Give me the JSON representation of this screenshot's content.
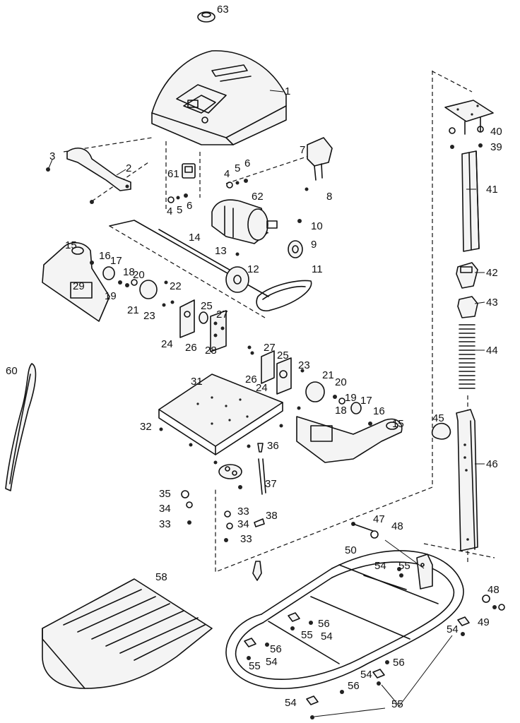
{
  "diagram": {
    "callouts": [
      "63",
      "1",
      "2",
      "3",
      "61",
      "4",
      "5",
      "6",
      "7",
      "8",
      "62",
      "10",
      "9",
      "14",
      "13",
      "12",
      "11",
      "15",
      "16",
      "17",
      "18",
      "20",
      "22",
      "19",
      "21",
      "23",
      "29",
      "25",
      "27",
      "24",
      "26",
      "28",
      "60",
      "31",
      "32",
      "36",
      "35",
      "34",
      "33",
      "37",
      "38",
      "45",
      "46",
      "40",
      "39",
      "41",
      "42",
      "43",
      "44",
      "47",
      "48",
      "50",
      "58",
      "49",
      "56",
      "54",
      "55"
    ]
  }
}
